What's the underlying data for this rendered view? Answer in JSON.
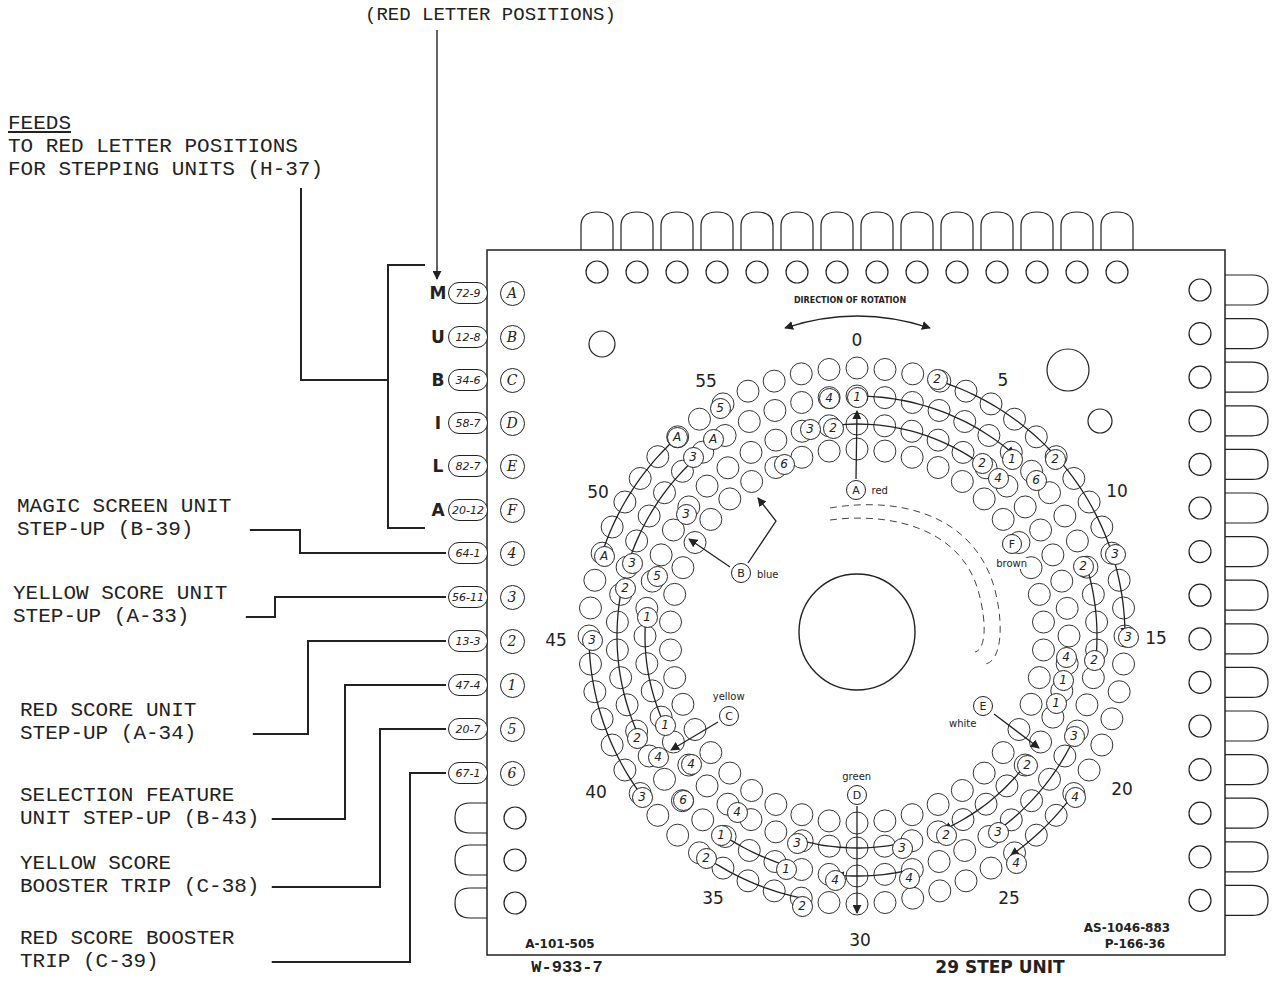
{
  "diagram": {
    "nodes": [
      {
        "text": [
          "72-9"
        ]
      },
      {
        "text": [
          "A"
        ]
      },
      {
        "text": [
          "12-8"
        ]
      },
      {
        "text": [
          "B"
        ]
      },
      {
        "text": [
          "34-6"
        ]
      },
      {
        "text": [
          "C"
        ]
      },
      {
        "text": [
          "58-7"
        ]
      },
      {
        "text": [
          "D"
        ]
      },
      {
        "text": [
          "82-7"
        ]
      },
      {
        "text": [
          "E"
        ]
      },
      {
        "text": [
          "20-12"
        ]
      },
      {
        "text": [
          "F"
        ]
      },
      {
        "text": [
          "64-1"
        ]
      },
      {
        "text": [
          "4"
        ]
      },
      {
        "text": [
          "56-11"
        ]
      },
      {
        "text": [
          "3"
        ]
      },
      {
        "text": [
          "13-3"
        ]
      },
      {
        "text": [
          "2"
        ]
      },
      {
        "text": [
          "47-4"
        ]
      },
      {
        "text": [
          "1"
        ]
      },
      {
        "text": [
          "20-7"
        ]
      },
      {
        "text": [
          "5"
        ]
      },
      {
        "text": [
          "67-1"
        ]
      },
      {
        "text": [
          "6"
        ]
      },
      {
        "text": [
          "A",
          "red"
        ]
      },
      {
        "text": [
          "B",
          "blue"
        ]
      },
      {
        "text": [
          "C",
          "yellow"
        ]
      },
      {
        "text": [
          "D",
          "green"
        ]
      },
      {
        "text": [
          "E",
          "white"
        ]
      },
      {
        "text": [
          "F",
          "brown"
        ]
      },
      {
        "text": [
          "4"
        ]
      },
      {
        "text": [
          "1"
        ]
      },
      {
        "text": [
          "2"
        ]
      },
      {
        "text": [
          "3"
        ]
      },
      {
        "text": [
          "2"
        ]
      },
      {
        "text": [
          "5"
        ]
      },
      {
        "text": [
          "A"
        ]
      },
      {
        "text": [
          "A"
        ]
      },
      {
        "text": [
          "3"
        ]
      },
      {
        "text": [
          "6"
        ]
      },
      {
        "text": [
          "2"
        ]
      },
      {
        "text": [
          "1"
        ]
      },
      {
        "text": [
          "2"
        ]
      },
      {
        "text": [
          "4"
        ]
      },
      {
        "text": [
          "6"
        ]
      },
      {
        "text": [
          "3"
        ]
      },
      {
        "text": [
          "A"
        ]
      },
      {
        "text": [
          "3"
        ]
      },
      {
        "text": [
          "5"
        ]
      },
      {
        "text": [
          "2"
        ]
      },
      {
        "text": [
          "1"
        ]
      },
      {
        "text": [
          "3"
        ]
      },
      {
        "text": [
          "3"
        ]
      },
      {
        "text": [
          "2"
        ]
      },
      {
        "text": [
          "3"
        ]
      },
      {
        "text": [
          "2"
        ]
      },
      {
        "text": [
          "4"
        ]
      },
      {
        "text": [
          "1"
        ]
      },
      {
        "text": [
          "1"
        ]
      },
      {
        "text": [
          "3"
        ]
      },
      {
        "text": [
          "2"
        ]
      },
      {
        "text": [
          "4"
        ]
      },
      {
        "text": [
          "3"
        ]
      },
      {
        "text": [
          "4"
        ]
      },
      {
        "text": [
          "2"
        ]
      },
      {
        "text": [
          "3"
        ]
      },
      {
        "text": [
          "4"
        ]
      },
      {
        "text": [
          "4"
        ]
      },
      {
        "text": [
          "3"
        ]
      },
      {
        "text": [
          "1"
        ]
      },
      {
        "text": [
          "2"
        ]
      },
      {
        "text": [
          "1"
        ]
      },
      {
        "text": [
          "2"
        ]
      },
      {
        "text": [
          "4"
        ]
      },
      {
        "text": [
          "6"
        ]
      },
      {
        "text": [
          "4"
        ]
      },
      {
        "text": [
          "4"
        ]
      },
      {
        "text": [
          "3"
        ]
      },
      {
        "text": [
          "2"
        ]
      },
      {
        "text": [
          "1"
        ]
      }
    ],
    "labels": [
      "(RED LETTER POSITIONS)",
      "FEEDS",
      "TO RED LETTER POSITIONS FOR STEPPING UNITS (H-37)",
      "M",
      "U",
      "B",
      "I",
      "L",
      "A",
      "MAGIC SCREEN UNIT STEP-UP (B-39)",
      "YELLOW SCORE UNIT STEP-UP (A-33)",
      "RED SCORE UNIT STEP-UP (A-34)",
      "SELECTION FEATURE UNIT STEP-UP (B-43)",
      "YELLOW SCORE BOOSTER TRIP (C-38)",
      "RED SCORE BOOSTER TRIP (C-39)",
      "DIRECTION OF ROTATION",
      "0",
      "5",
      "10",
      "15",
      "20",
      "25",
      "30",
      "35",
      "40",
      "45",
      "50",
      "55",
      "A-101-505",
      "W-933-7",
      "29 STEP UNIT",
      "AS-1046-883",
      "P-166-36"
    ]
  }
}
